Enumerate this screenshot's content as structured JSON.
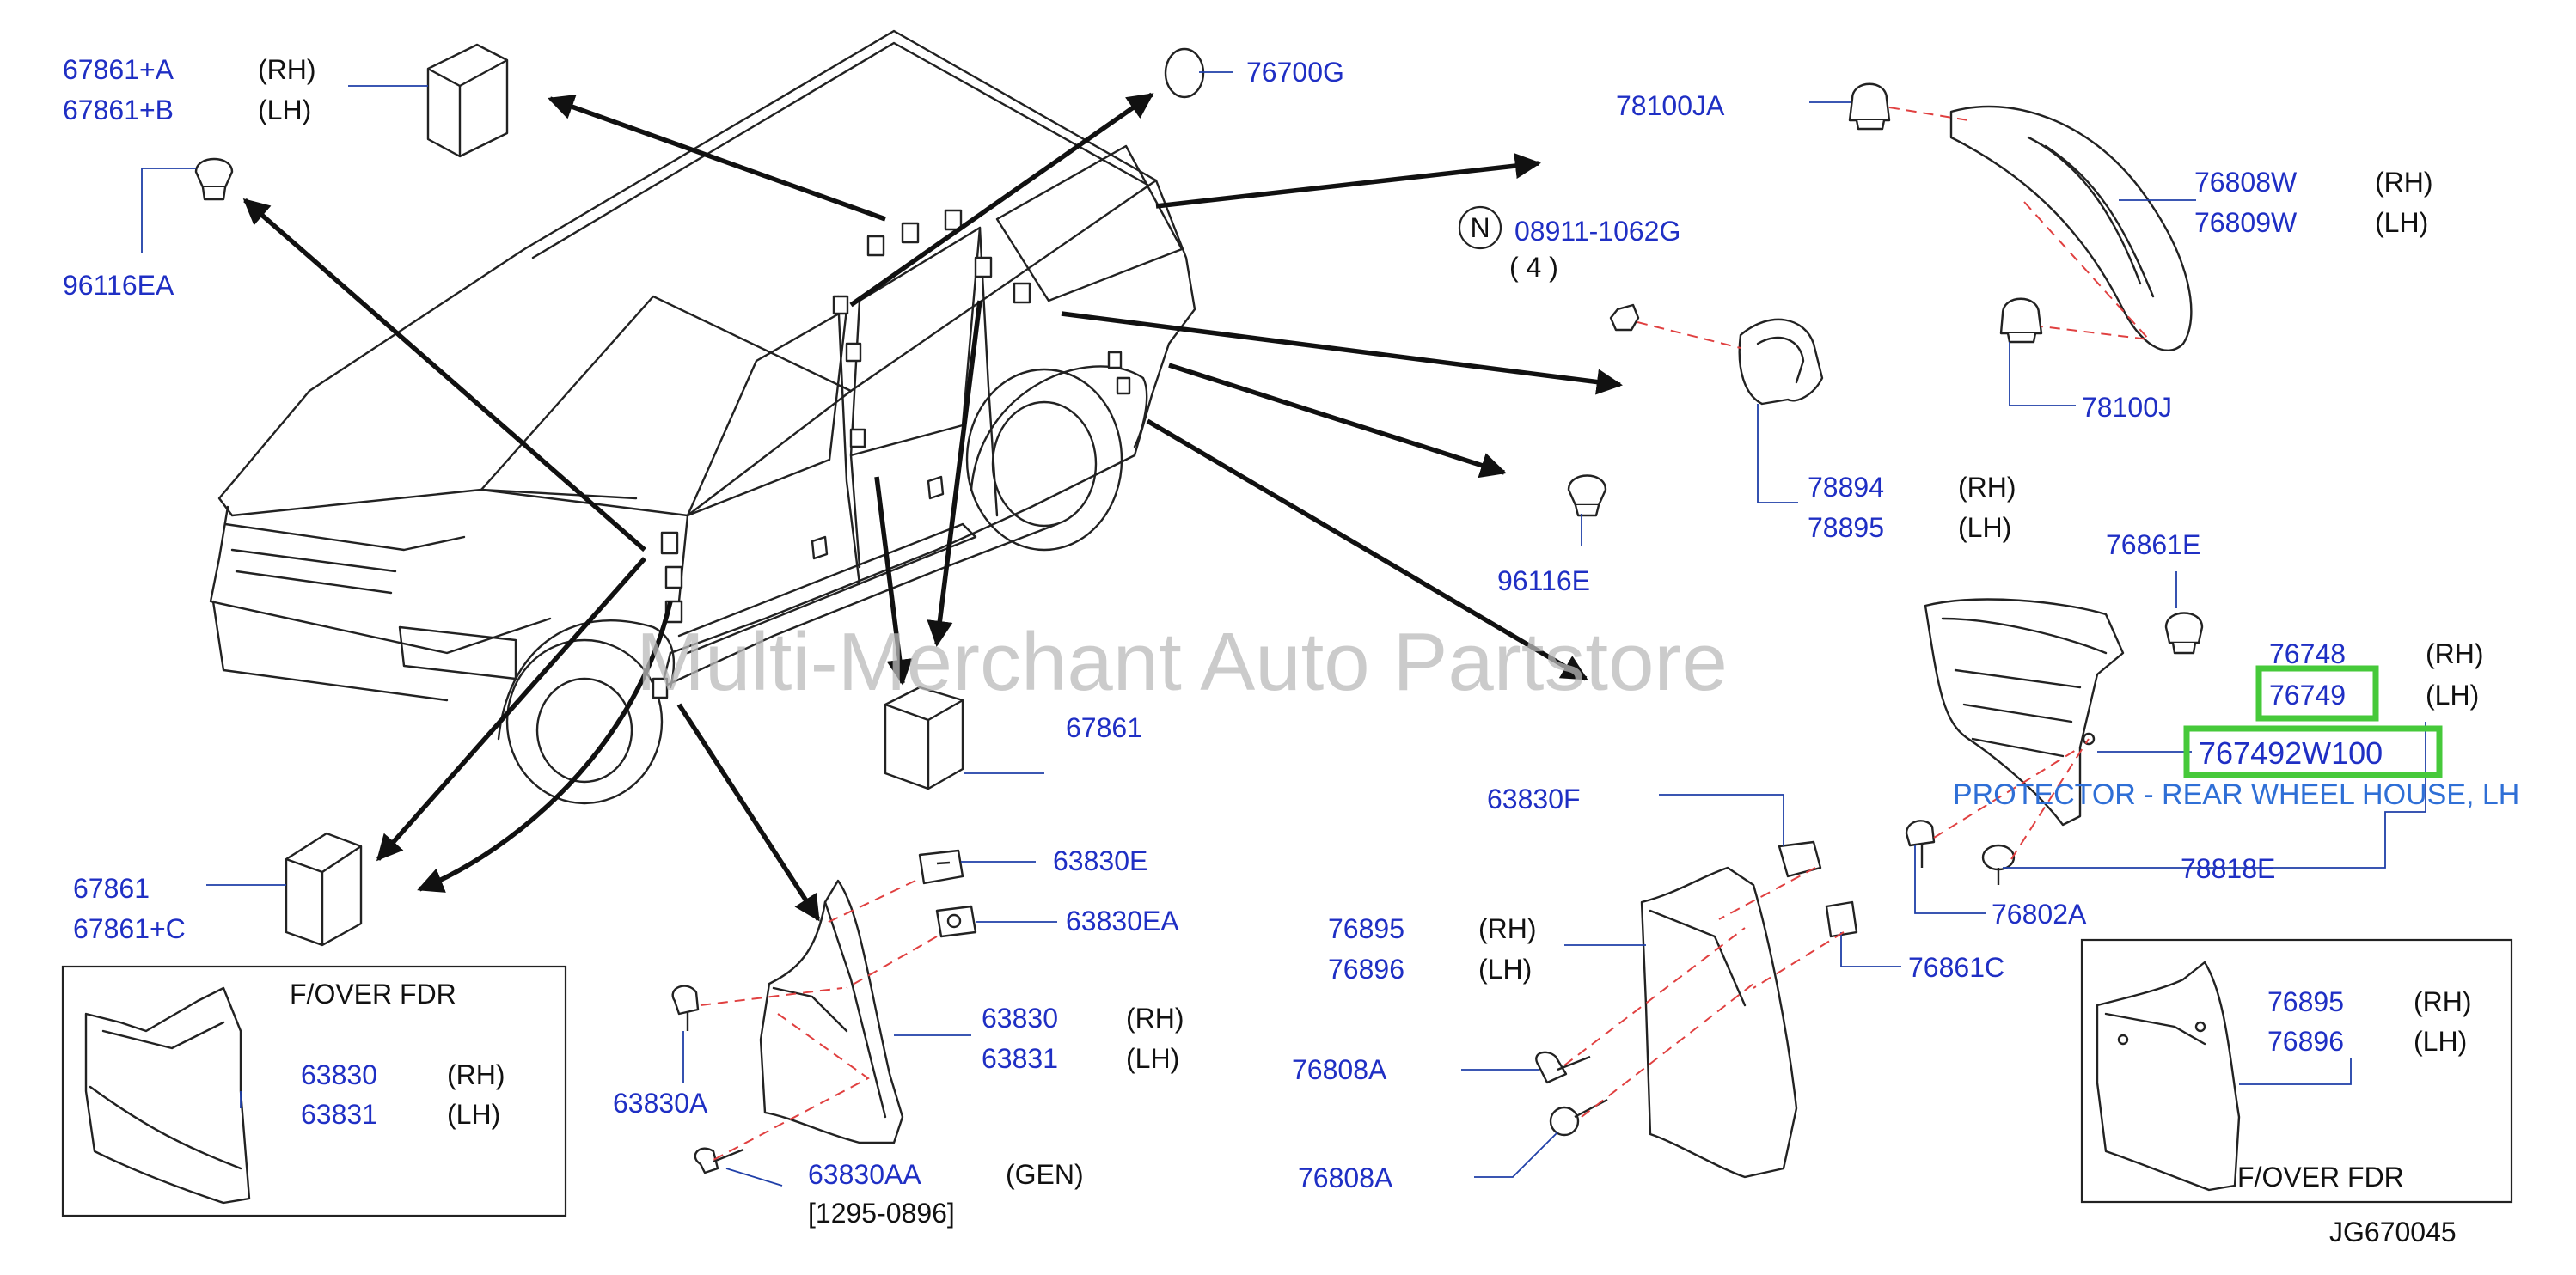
{
  "watermark": "Multi-Merchant Auto Partstore",
  "diagram_code": "JG670045",
  "highlight_color": "#46c93a",
  "label_color": "#1f2fc4",
  "description": "PROTECTOR - REAR WHEEL HOUSE, LH",
  "nut_symbol": "N",
  "parts": {
    "p67861A": "67861+A",
    "p67861A_side": "(RH)",
    "p67861B": "67861+B",
    "p67861B_side": "(LH)",
    "p96116EA": "96116EA",
    "p76700G": "76700G",
    "p78100JA": "78100JA",
    "p76808W": "76808W",
    "p76808W_side": "(RH)",
    "p76809W": "76809W",
    "p76809W_side": "(LH)",
    "p08911": "08911-1062G",
    "p08911_qty": "( 4 )",
    "p78100J": "78100J",
    "p78894": "78894",
    "p78894_side": "(RH)",
    "p78895": "78895",
    "p78895_side": "(LH)",
    "p96116E": "96116E",
    "p76861E": "76861E",
    "p76748": "76748",
    "p76748_side": "(RH)",
    "p76749": "76749",
    "p76749_side": "(LH)",
    "p767492W100": "767492W100",
    "p63830F": "63830F",
    "p78818E": "78818E",
    "p76802A": "76802A",
    "p67861": "67861",
    "p67861L": "67861",
    "p67861C": "67861+C",
    "p63830E": "63830E",
    "p63830EA": "63830EA",
    "p63830": "63830",
    "p63830_side": "(RH)",
    "p63831": "63831",
    "p63831_side": "(LH)",
    "p63830A": "63830A",
    "p63830AA": "63830AA",
    "p63830AA_gen": "(GEN)",
    "p63830AA_date": "[1295-0896]",
    "p76895": "76895",
    "p76895_side": "(RH)",
    "p76896": "76896",
    "p76896_side": "(LH)",
    "p76861C": "76861C",
    "p76808A_1": "76808A",
    "p76808A_2": "76808A",
    "inset_left_title": "F/OVER   FDR",
    "inset_left_63830": "63830",
    "inset_left_63830_side": "(RH)",
    "inset_left_63831": "63831",
    "inset_left_63831_side": "(LH)",
    "inset_right_title": "F/OVER   FDR",
    "inset_right_76895": "76895",
    "inset_right_76895_side": "(RH)",
    "inset_right_76896": "76896",
    "inset_right_76896_side": "(LH)"
  }
}
